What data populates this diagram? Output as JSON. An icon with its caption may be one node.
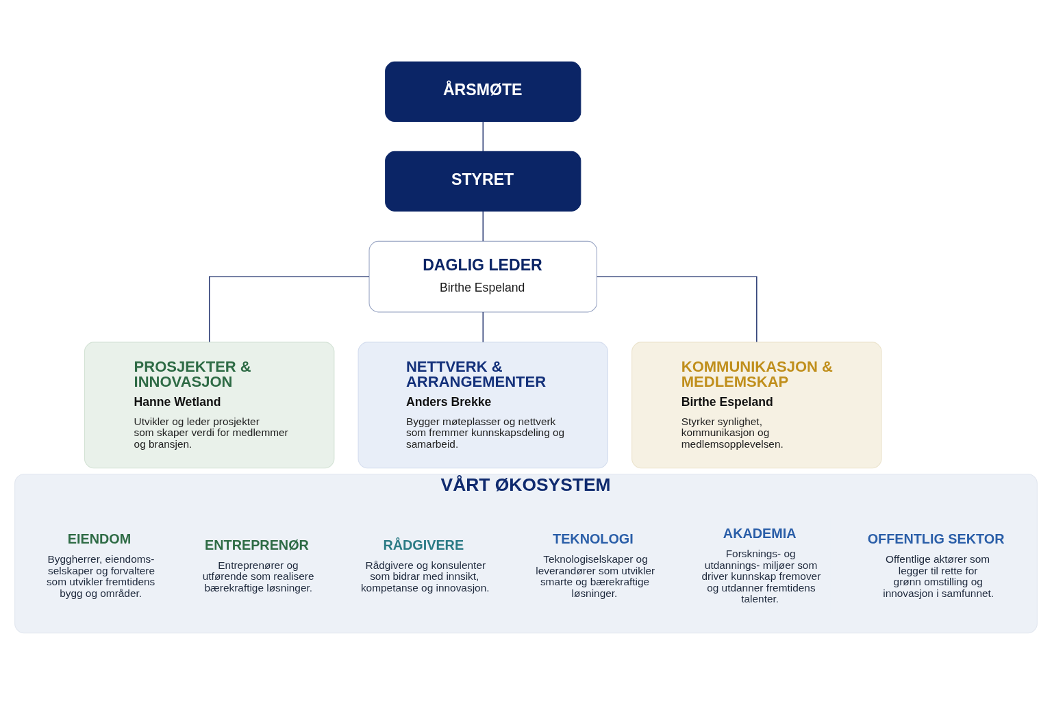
{
  "diagram": {
    "nodes": [
      {
        "text": [
          "ÅRSMØTE"
        ]
      },
      {
        "text": [
          "STYRET"
        ]
      },
      {
        "text": [
          "DAGLIG LEDER",
          "Birthe Espeland"
        ]
      },
      {
        "text": [
          "PROSJEKTER & INNOVASJON",
          "Hanne Wetland",
          "Utvikler og leder prosjekter som skaper verdi for medlemmer og bransjen."
        ]
      },
      {
        "text": [
          "NETTVERK & ARRANGEMENTER",
          "Anders Brekke",
          "Bygger møteplasser og nettverk som fremmer kunnskapsdeling og samarbeid."
        ]
      },
      {
        "text": [
          "KOMMUNIKASJON & MEDLEMSKAP",
          "Birthe Espeland",
          "Styrker synlighet, kommunikasjon og medlemsopplevelsen."
        ]
      },
      {
        "text": [
          "VÅRT ØKOSYSTEM"
        ]
      },
      {
        "text": [
          "EIENDOM",
          "Byggherrer, eiendoms- selskaper og forvaltere som utvikler fremtidens bygg og områder."
        ],
        "in": 6
      },
      {
        "text": [
          "ENTREPRENØR",
          "Entreprenører og utførende som realisere bærekraftige løsninger."
        ],
        "in": 6
      },
      {
        "text": [
          "RÅDGIVERE",
          "Rådgivere og konsulenter som bidrar med innsikt, kompetanse og innovasjon."
        ],
        "in": 6
      },
      {
        "text": [
          "TEKNOLOGI",
          "Teknologiselskaper og leverandører som utvikler smarte og bærekraftige løsninger."
        ],
        "in": 6
      },
      {
        "text": [
          "AKADEMIA",
          "Forsknings- og utdannings- miljøer som driver kunnskap fremover og utdanner fremtidens talenter."
        ],
        "in": 6
      },
      {
        "text": [
          "OFFENTLIG SEKTOR",
          "Offentlige aktører som legger til rette for grønn omstilling og innovasjon i samfunnet."
        ],
        "in": 6
      }
    ],
    "edges": [
      {
        "from": 0,
        "to": 1,
        "arrow": "none"
      },
      {
        "from": 1,
        "to": 2,
        "arrow": "none"
      },
      {
        "from": 2,
        "to": 3,
        "arrow": "none"
      },
      {
        "from": 2,
        "to": 4,
        "arrow": "none"
      },
      {
        "from": 2,
        "to": 5,
        "arrow": "none"
      }
    ]
  }
}
